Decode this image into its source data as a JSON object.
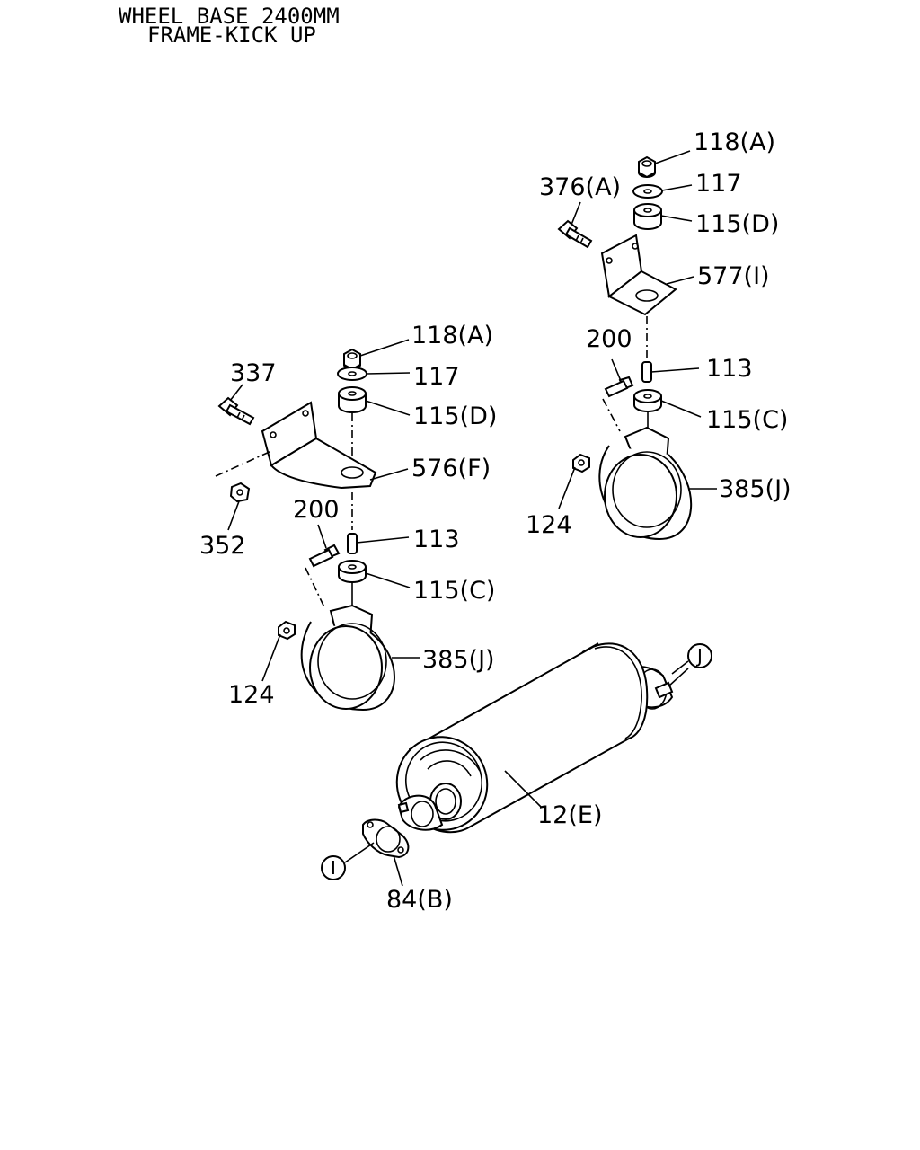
{
  "title": {
    "line1": "WHEEL BASE 2400MM",
    "line2": "FRAME-KICK UP"
  },
  "callouts": {
    "right_118": "118(A)",
    "right_376": "376(A)",
    "right_117": "117",
    "right_115d": "115(D)",
    "right_577": "577(I)",
    "right_200": "200",
    "right_113": "113",
    "right_115c": "115(C)",
    "right_385": "385(J)",
    "right_124": "124",
    "left_118": "118(A)",
    "left_337": "337",
    "left_117": "117",
    "left_115d": "115(D)",
    "left_576": "576(F)",
    "left_352": "352",
    "left_200": "200",
    "left_113": "113",
    "left_115c": "115(C)",
    "left_385": "385(J)",
    "left_124": "124",
    "muffler": "12(E)",
    "gasket": "84(B)"
  },
  "reference_circles": {
    "j": "J",
    "i": "I"
  },
  "colors": {
    "ink": "#000000",
    "paper": "#ffffff"
  }
}
